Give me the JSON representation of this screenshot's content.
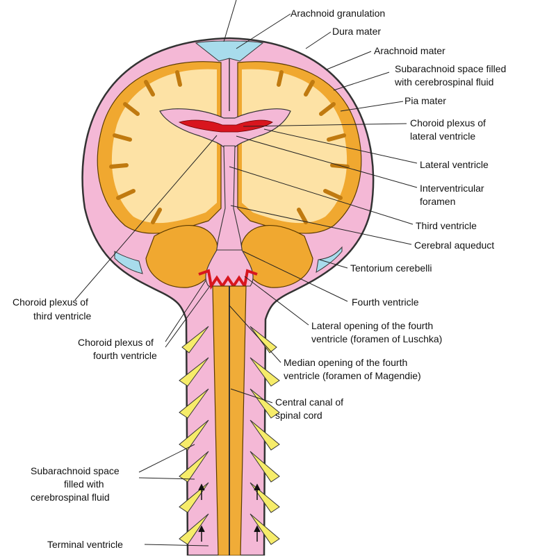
{
  "colors": {
    "skull_outline": "#333333",
    "dura_csf_blue": "#a8dcec",
    "pia_pink": "#f4b8d6",
    "brain_tan": "#fde2a5",
    "cortex_orange": "#f0a830",
    "plexus_red": "#d8151e",
    "nerve_yellow": "#f6ec6a",
    "cord_orange": "#f0ac38"
  },
  "labels": {
    "arachnoid_granulation": "Arachnoid granulation",
    "dura_mater": "Dura mater",
    "arachnoid_mater": "Arachnoid mater",
    "subarachnoid_top_1": "Subarachnoid space filled",
    "subarachnoid_top_2": "with cerebrospinal fluid",
    "pia_mater": "Pia mater",
    "choroid_lateral_1": "Choroid plexus of",
    "choroid_lateral_2": "lateral ventricle",
    "lateral_ventricle": "Lateral ventricle",
    "interventricular_1": "Interventricular",
    "interventricular_2": "foramen",
    "third_ventricle": "Third ventricle",
    "cerebral_aqueduct": "Cerebral aqueduct",
    "tentorium": "Tentorium cerebelli",
    "choroid_third_1": "Choroid plexus of",
    "choroid_third_2": "third ventricle",
    "fourth_ventricle": "Fourth ventricle",
    "lateral_opening_1": "Lateral opening of the fourth",
    "lateral_opening_2": "ventricle (foramen of Luschka)",
    "choroid_fourth_1": "Choroid plexus of",
    "choroid_fourth_2": "fourth ventricle",
    "median_opening_1": "Median opening of the fourth",
    "median_opening_2": "ventricle (foramen of Magendie)",
    "central_canal_1": "Central canal of",
    "central_canal_2": "spinal cord",
    "subarachnoid_spine_1": "Subarachnoid space",
    "subarachnoid_spine_2": "filled with",
    "subarachnoid_spine_3": "cerebrospinal fluid",
    "terminal_ventricle": "Terminal ventricle"
  }
}
